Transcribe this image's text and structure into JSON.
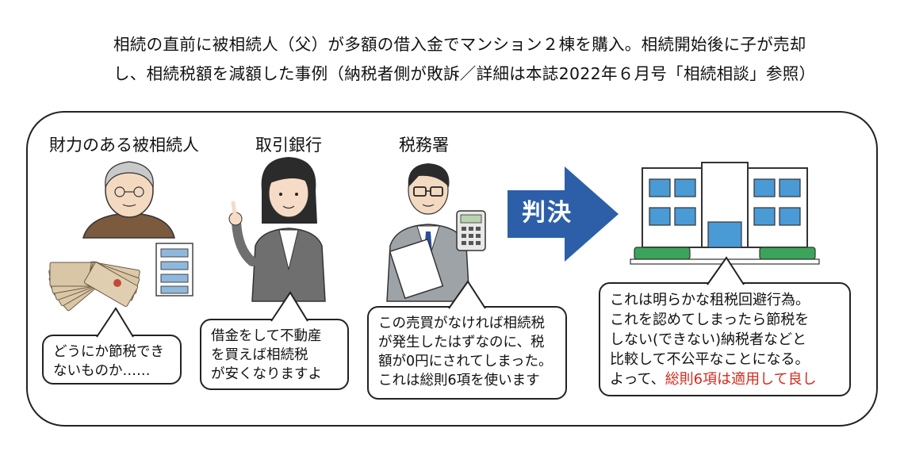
{
  "caption": {
    "line1": "相続の直前に被相続人（父）が多額の借入金でマンション２棟を購入。相続開始後に子が売却",
    "line2": "し、相続税額を減額した事例（納税者側が敗訴／詳細は本誌2022年６月号「相続相談」参照）"
  },
  "labels": {
    "decedent": "財力のある被相続人",
    "bank": "取引銀行",
    "tax_office": "税務署",
    "verdict": "判決"
  },
  "bubbles": {
    "decedent": [
      "どうにか節税でき",
      "ないものか……"
    ],
    "bank": [
      "借金をして不動産",
      "を買えば相続税",
      "が安くなりますよ"
    ],
    "tax_office": [
      "この売買がなければ相続税",
      "が発生したはずなのに、税",
      "額が0円にされてしまった。",
      "これは総則6項を使います"
    ],
    "court": {
      "lines": [
        "これは明らかな租税回避行為。",
        "これを認めてしまったら節税を",
        "しない(できない)納税者などと",
        "比較して不公平なことになる。"
      ],
      "last_prefix": "よって、",
      "last_highlight": "総則6項は適用して良し"
    }
  },
  "colors": {
    "arrow": "#2d5fa8",
    "highlight": "#d32a1c",
    "building_glass": "#4a9ad6",
    "building_green": "#3aa55a"
  }
}
